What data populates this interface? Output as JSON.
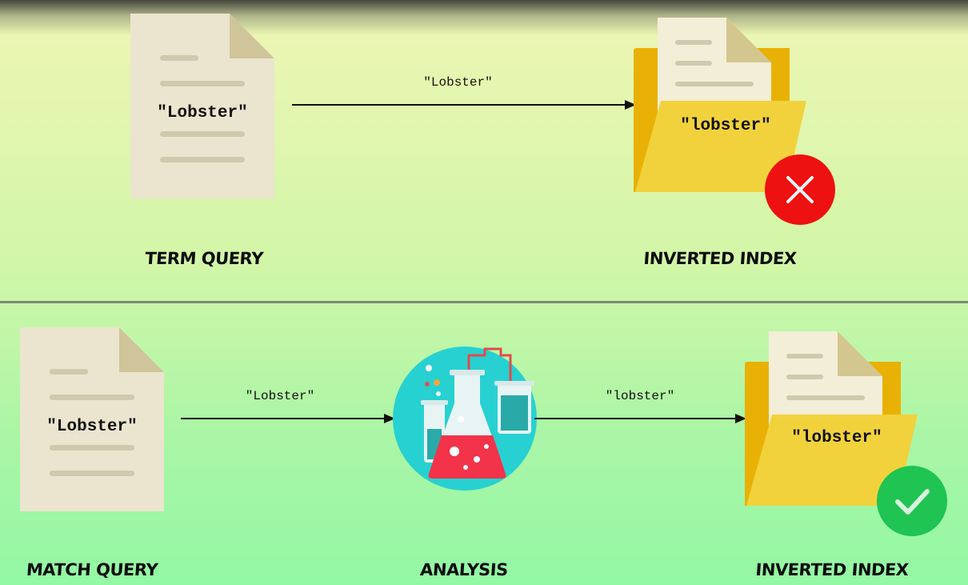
{
  "top": {
    "doc_text": "\"Lobster\"",
    "arrow_label": "\"Lobster\"",
    "folder_text": "\"lobster\"",
    "left_caption": "TERM QUERY",
    "right_caption": "INVERTED INDEX",
    "result_icon": "x-mark-icon",
    "result_color": "#ee1111"
  },
  "bottom": {
    "doc_text": "\"Lobster\"",
    "arrow1_label": "\"Lobster\"",
    "arrow2_label": "\"lobster\"",
    "folder_text": "\"lobster\"",
    "left_caption": "MATCH QUERY",
    "middle_caption": "ANALYSIS",
    "right_caption": "INVERTED INDEX",
    "result_icon": "check-mark-icon",
    "result_color": "#1fc452"
  }
}
